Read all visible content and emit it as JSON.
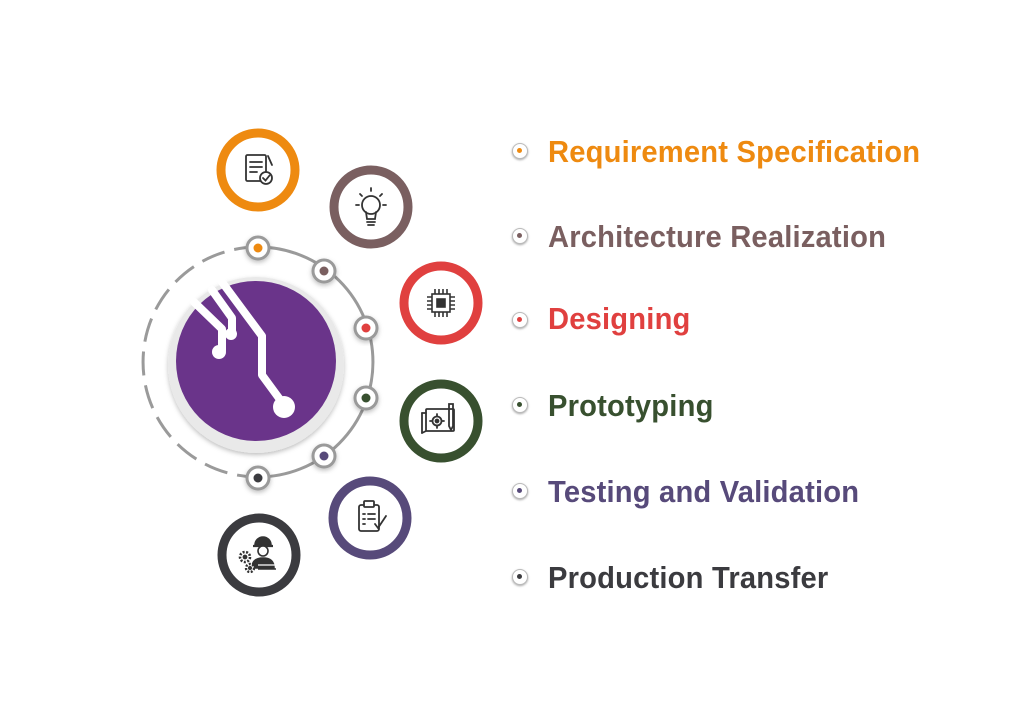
{
  "steps": [
    {
      "label": "Requirement Specification",
      "color": "#ee8a10",
      "icon": "document-check-icon"
    },
    {
      "label": "Architecture Realization",
      "color": "#7a5f60",
      "icon": "lightbulb-icon"
    },
    {
      "label": "Designing",
      "color": "#e0403f",
      "icon": "microchip-icon"
    },
    {
      "label": "Prototyping",
      "color": "#38502f",
      "icon": "blueprint-icon"
    },
    {
      "label": "Testing and Validation",
      "color": "#574a7a",
      "icon": "clipboard-check-icon"
    },
    {
      "label": "Production Transfer",
      "color": "#3b3b3f",
      "icon": "engineer-gears-icon"
    }
  ],
  "hub": {
    "color": "#6a348a",
    "icon": "circuit-icon"
  }
}
